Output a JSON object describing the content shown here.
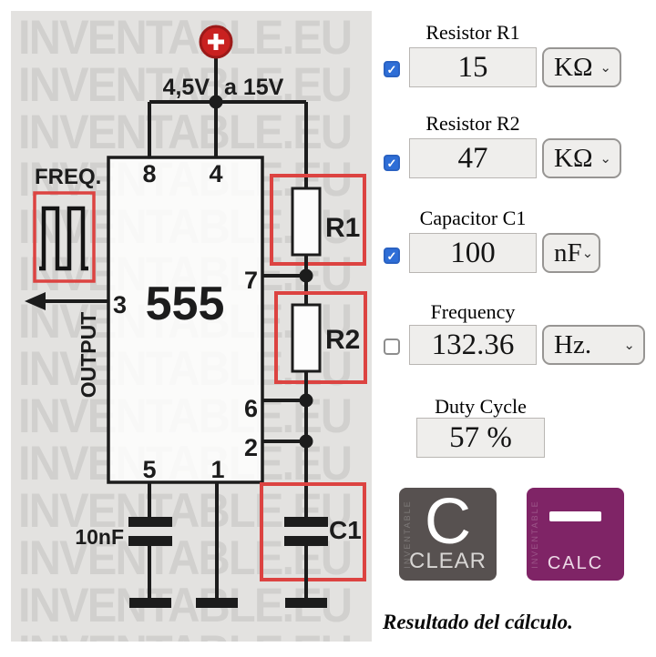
{
  "circuit": {
    "watermark": "INVENTABLE.EU",
    "supply": {
      "plus": "+",
      "voltage_min": "4,5V",
      "voltage_max": "a 15V"
    },
    "freq_label": "FREQ.",
    "output_label": "OUTPUT",
    "chip": {
      "name": "555",
      "pins": {
        "p8": "8",
        "p4": "4",
        "p7": "7",
        "p3": "3",
        "p6": "6",
        "p2": "2",
        "p5": "5",
        "p1": "1"
      }
    },
    "components": {
      "r1": "R1",
      "r2": "R2",
      "c1": "C1",
      "bypass_cap": "10nF"
    }
  },
  "form": {
    "r1": {
      "label": "Resistor R1",
      "value": "15",
      "unit": "KΩ",
      "checked": true
    },
    "r2": {
      "label": "Resistor R2",
      "value": "47",
      "unit": "KΩ",
      "checked": true
    },
    "c1": {
      "label": "Capacitor C1",
      "value": "100",
      "unit": "nF",
      "checked": true
    },
    "frequency": {
      "label": "Frequency",
      "value": "132.36",
      "unit": "Hz.",
      "checked": false
    },
    "duty_cycle": {
      "label": "Duty Cycle",
      "value": "57 %"
    }
  },
  "buttons": {
    "clear": {
      "glyph": "C",
      "label": "CLEAR",
      "icon": "c-glyph",
      "color": "#575150",
      "watermark": "INVENTABLE"
    },
    "calc": {
      "label": "CALC",
      "icon": "equals-icon",
      "color": "#7f2466",
      "watermark": "INVENTABLE"
    }
  },
  "caption": "Resultado del cálculo.",
  "colors": {
    "panel_bg": "#e3e2e0",
    "watermark_gray": "#d1d0ce",
    "accent_red": "#dc4341",
    "supply_red": "#c92120",
    "checkbox_blue": "#2e6ed7",
    "clear_button": "#575150",
    "calc_button": "#7f2466"
  }
}
